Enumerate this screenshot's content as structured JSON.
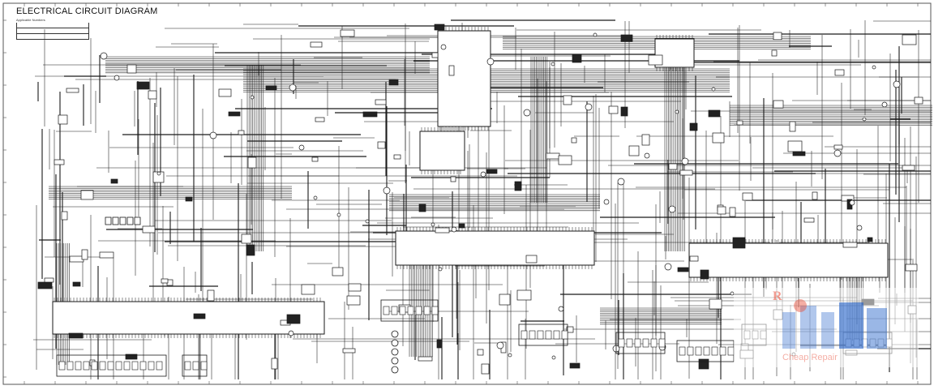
{
  "document": {
    "title": "ELECTRICAL CIRCUIT DIAGRAM"
  },
  "legend": {
    "heading": "Applicable Numbers",
    "rows": [
      "",
      "",
      ""
    ]
  },
  "watermark": {
    "logo_letters": "R",
    "caption": "Cheap Repair",
    "colors": {
      "primary": "#1f5fc8",
      "accent": "#e84b36"
    }
  },
  "colors": {
    "ink": "#111111",
    "wire": "#1a1a1a",
    "paper": "#ffffff",
    "frame": "#666666"
  }
}
